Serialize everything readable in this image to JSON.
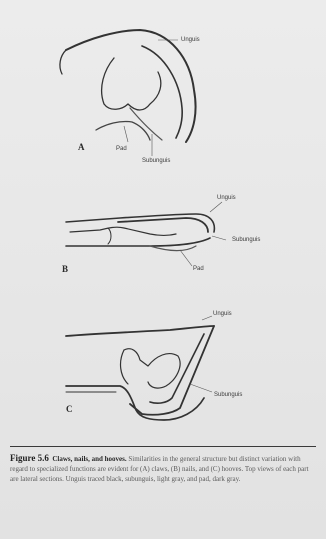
{
  "figure": {
    "panels": [
      {
        "letter": "A",
        "labels": {
          "unguis": "Unguis",
          "pad": "Pad",
          "subunguis": "Subunguis"
        }
      },
      {
        "letter": "B",
        "labels": {
          "unguis": "Unguis",
          "subunguis": "Subunguis",
          "pad": "Pad"
        }
      },
      {
        "letter": "C",
        "labels": {
          "unguis": "Unguis",
          "subunguis": "Subunguis"
        }
      }
    ],
    "caption": {
      "number": "Figure 5.6",
      "title": "Claws, nails, and hooves.",
      "body": "Similarities in the general structure but distinct variation with regard to specialized functions are evident for (A) claws, (B) nails, and (C) hooves. Top views of each part are lateral sections. Unguis traced black, subunguis, light gray, and pad, dark gray."
    }
  }
}
